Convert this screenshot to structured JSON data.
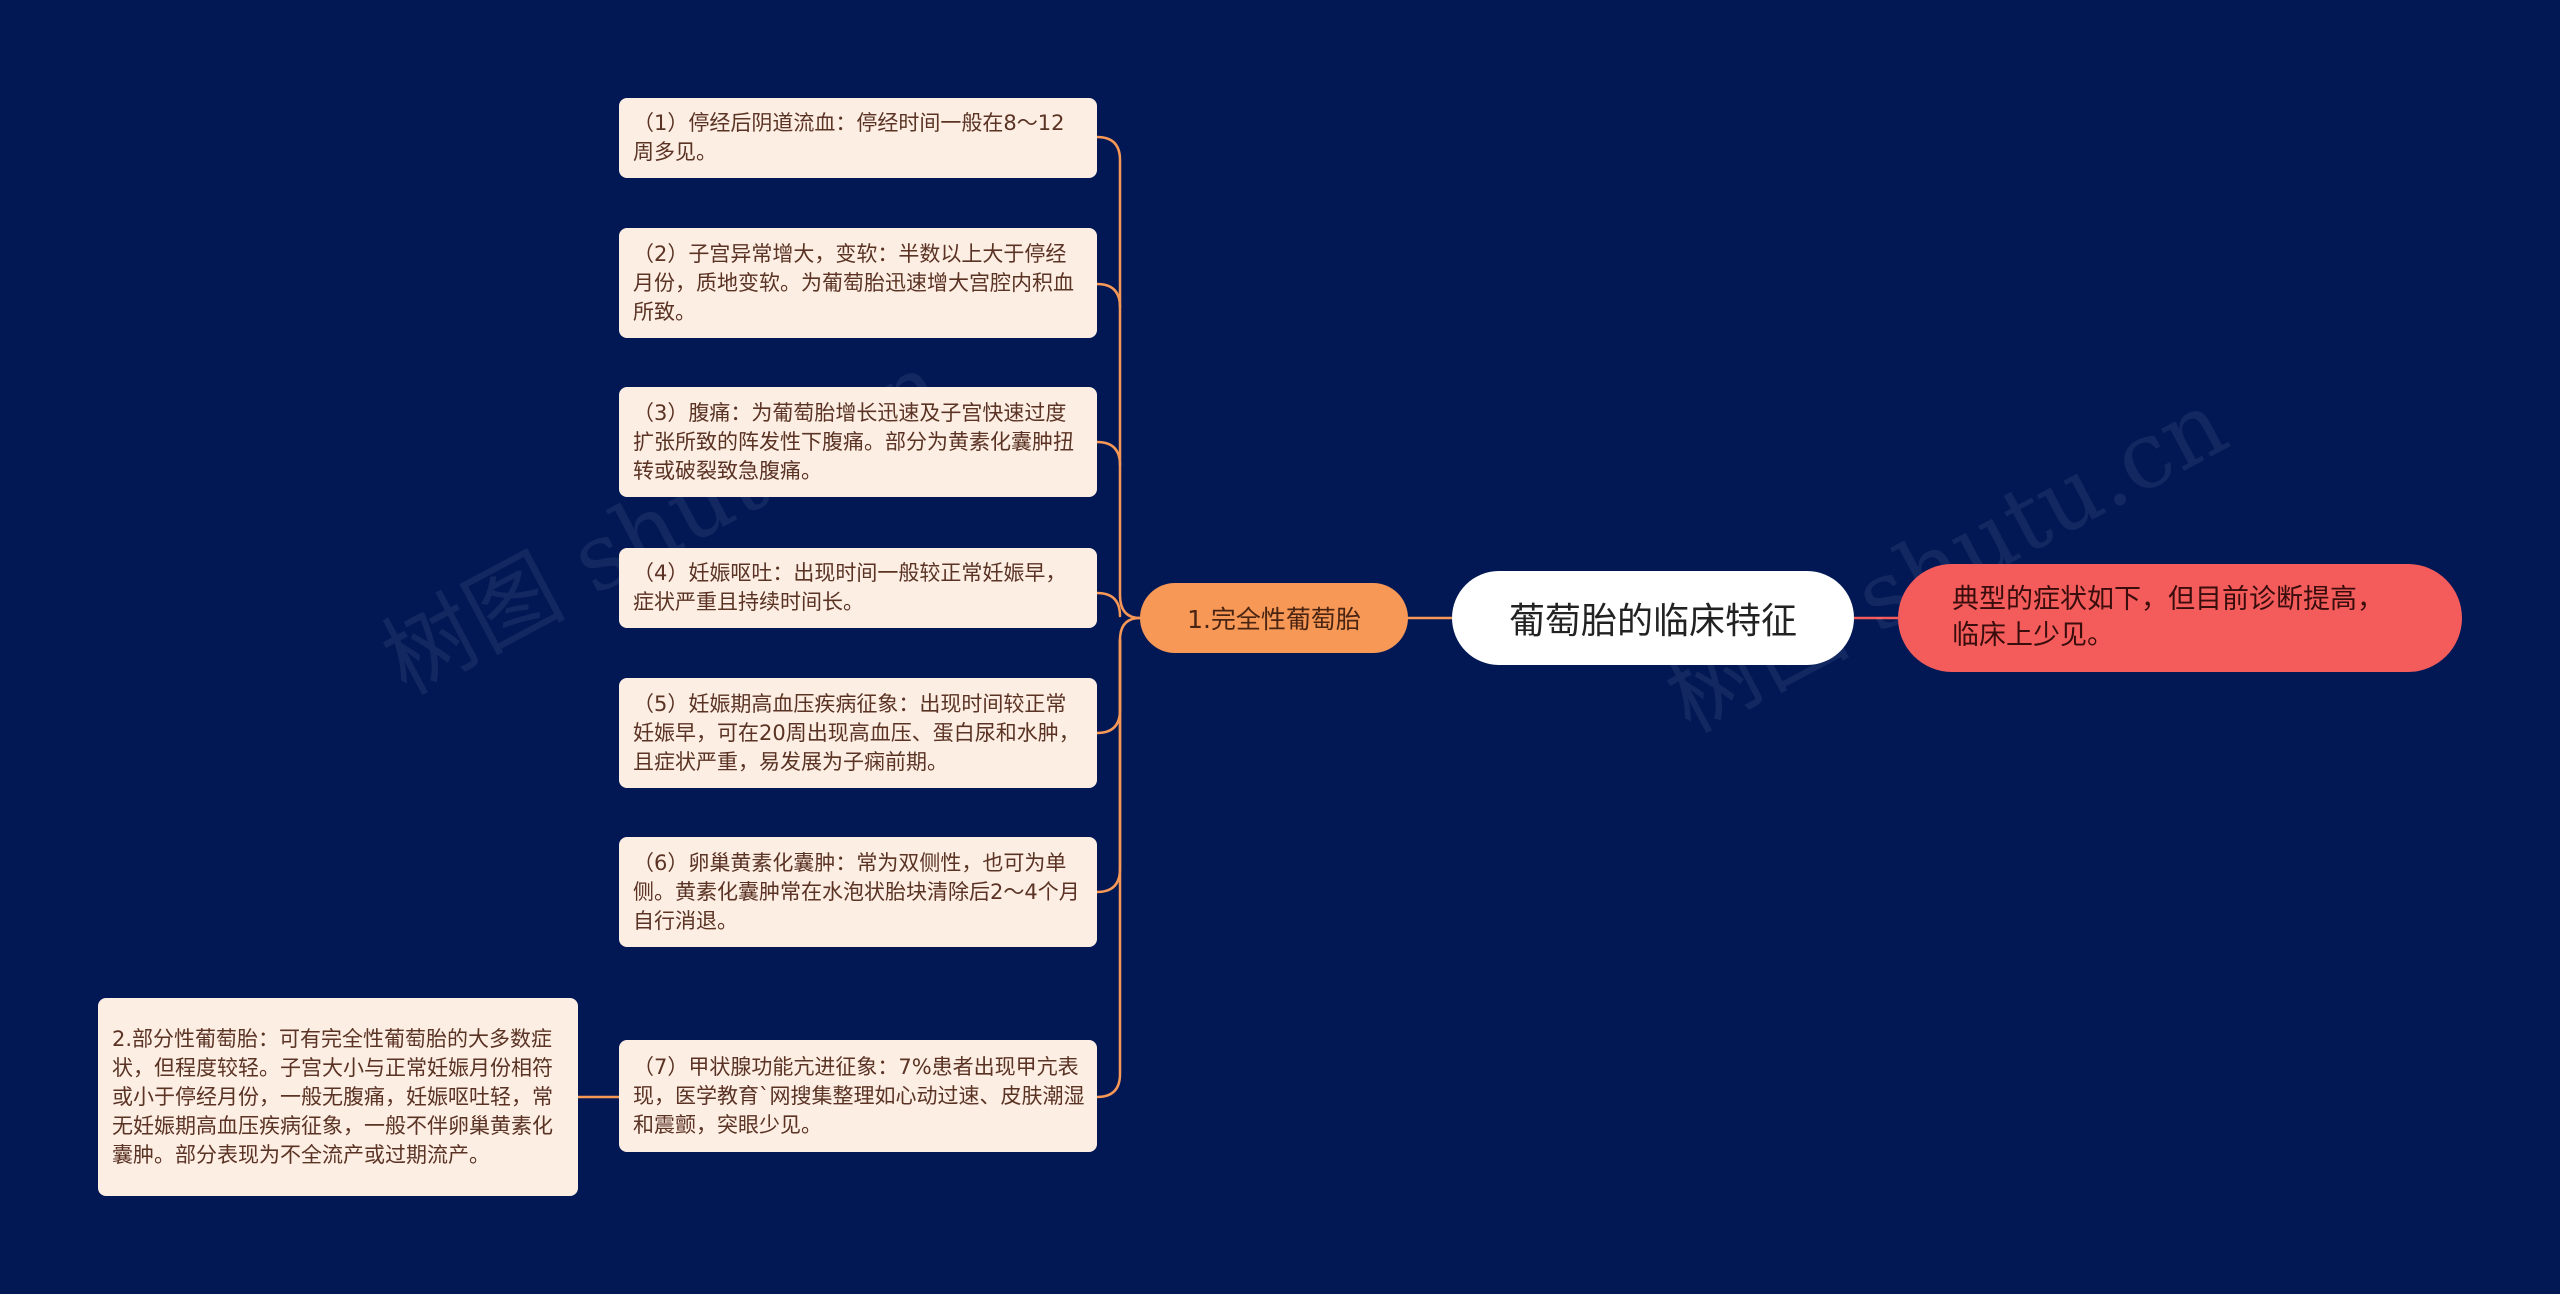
{
  "watermark": {
    "text": "树图 shutu.cn"
  },
  "root": {
    "label": "葡萄胎的临床特征"
  },
  "note": {
    "text": "典型的症状如下，但目前诊断提高，临床上少见。"
  },
  "branch": {
    "label": "1.完全性葡萄胎"
  },
  "leaves": [
    {
      "text": "（1）停经后阴道流血：停经时间一般在8～12周多见。"
    },
    {
      "text": "（2）子宫异常增大，变软：半数以上大于停经月份，质地变软。为葡萄胎迅速增大宫腔内积血所致。"
    },
    {
      "text": "（3）腹痛：为葡萄胎增长迅速及子宫快速过度扩张所致的阵发性下腹痛。部分为黄素化囊肿扭转或破裂致急腹痛。"
    },
    {
      "text": "（4）妊娠呕吐：出现时间一般较正常妊娠早，症状严重且持续时间长。"
    },
    {
      "text": "（5）妊娠期高血压疾病征象：出现时间较正常妊娠早，可在20周出现高血压、蛋白尿和水肿，且症状严重，易发展为子痫前期。"
    },
    {
      "text": "（6）卵巢黄素化囊肿：常为双侧性，也可为单侧。黄素化囊肿常在水泡状胎块清除后2～4个月自行消退。"
    },
    {
      "text": "（7）甲状腺功能亢进征象：7%患者出现甲亢表现，医学教育`网搜集整理如心动过速、皮肤潮湿和震颤，突眼少见。"
    }
  ],
  "partial": {
    "text": "2.部分性葡萄胎：可有完全性葡萄胎的大多数症状，但程度较轻。子宫大小与正常妊娠月份相符或小于停经月份，一般无腹痛，妊娠呕吐轻，常无妊娠期高血压疾病征象，一般不伴卵巢黄素化囊肿。部分表现为不全流产或过期流产。"
  },
  "colors": {
    "background": "#021855",
    "connector": "#f79856",
    "root_connector": "#f45c5b",
    "leaf_fill": "#fdeee3",
    "branch_fill": "#f79856",
    "note_fill": "#f45c5b",
    "root_fill": "#ffffff"
  }
}
